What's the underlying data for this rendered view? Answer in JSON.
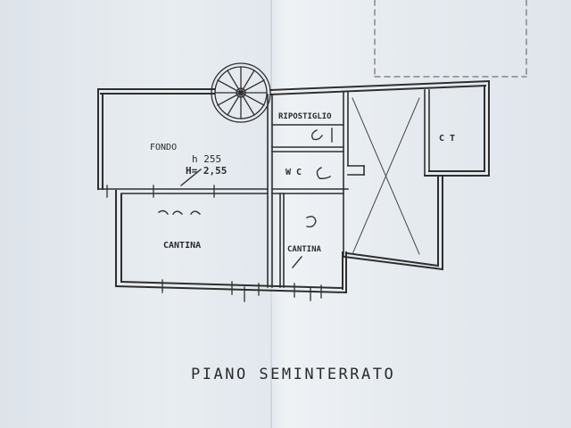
{
  "rooms": {
    "fondo": "FONDO",
    "height_note": "h 255",
    "height_note_2": "H= 2,55",
    "cantina_left": "CANTINA",
    "cantina_right": "CANTINA",
    "ripostiglio": "RIPOSTIGLIO",
    "wc": "W C",
    "ct": "C T"
  },
  "floor_title": "PIANO SEMINTERRATO"
}
